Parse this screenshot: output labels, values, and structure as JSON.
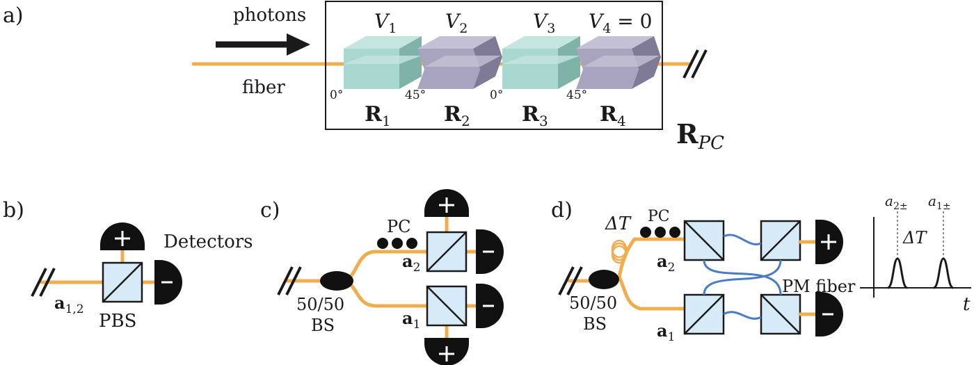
{
  "panel_a": {
    "label": "a)",
    "photons": "photons",
    "fiber": "fiber",
    "rpc": "R",
    "rpc_sub": "PC",
    "plates": [
      {
        "v": "V",
        "v_sub": "1",
        "v_rest": "",
        "r": "R",
        "r_sub": "1",
        "angle": "0°",
        "color": "teal"
      },
      {
        "v": "V",
        "v_sub": "2",
        "v_rest": "",
        "r": "R",
        "r_sub": "2",
        "angle": "45°",
        "color": "purple"
      },
      {
        "v": "V",
        "v_sub": "3",
        "v_rest": "",
        "r": "R",
        "r_sub": "3",
        "angle": "0°",
        "color": "teal"
      },
      {
        "v": "V",
        "v_sub": "4",
        "v_rest": " = 0",
        "r": "R",
        "r_sub": "4",
        "angle": "45°",
        "color": "purple"
      }
    ]
  },
  "panel_b": {
    "label": "b)",
    "detectors": "Detectors",
    "input": "a",
    "input_sub": "1,2",
    "pbs": "PBS"
  },
  "panel_c": {
    "label": "c)",
    "pc": "PC",
    "bs_top": "50/50",
    "bs_bottom": "BS",
    "a2": "a",
    "a2_sub": "2",
    "a1": "a",
    "a1_sub": "1"
  },
  "panel_d": {
    "label": "d)",
    "delta": "ΔT",
    "pc": "PC",
    "pm_fiber": "PM fiber",
    "bs_top": "50/50",
    "bs_bottom": "BS",
    "a2": "a",
    "a2_sub": "2",
    "a1": "a",
    "a1_sub": "1"
  },
  "timing": {
    "pulse_a2": "a",
    "pulse_a2_sub": "2±",
    "pulse_a1": "a",
    "pulse_a1_sub": "1±",
    "delta": "ΔT",
    "axis": "t"
  },
  "colors": {
    "fiber": "#f0ad4e",
    "pm_fiber": "#4a7cc4",
    "cube": "#d6ebf7",
    "teal_front": "#a8d8cf",
    "teal_top": "#c4e6df",
    "teal_side": "#7fb3a8",
    "purple_front": "#a8a3bf",
    "purple_top": "#c4c0d6",
    "purple_side": "#7f7a96"
  }
}
